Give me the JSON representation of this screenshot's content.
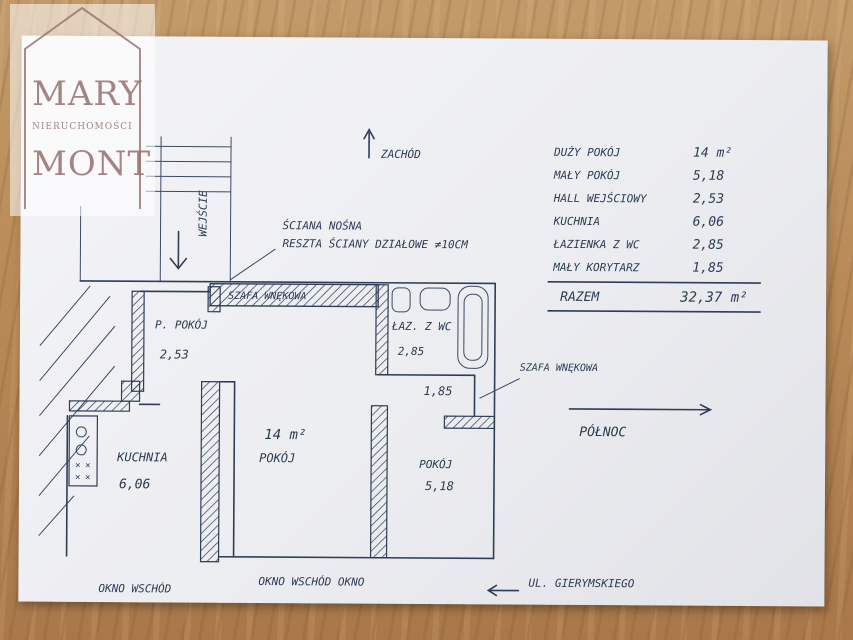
{
  "watermark": {
    "line1": "MARY",
    "line2": "NIERUCHOMOŚCI",
    "line3": "MONT"
  },
  "plan": {
    "compass": {
      "west": "ZACHÓD",
      "north": "PÓŁNOC",
      "entrance": "WEJŚCIE"
    },
    "notes": {
      "load_bearing_wall": "ŚCIANA NOŚNA",
      "partition_walls": "RESZTA ŚCIANY DZIAŁOWE ≠10CM",
      "built_in_wardrobe_top": "SZAFA WNĘKOWA",
      "built_in_wardrobe_right": "SZAFA WNĘKOWA"
    },
    "rooms": {
      "entrance_room": "P. POKÓJ",
      "entrance_value": "2,53",
      "kitchen": "KUCHNIA",
      "kitchen_value": "6,06",
      "living_value": "14 m²",
      "living": "POKÓJ",
      "bathroom": "ŁAZ. Z WC",
      "bathroom_value": "2,85",
      "corridor_value": "1,85",
      "small_room": "POKÓJ",
      "small_room_value": "5,18"
    },
    "bottom_labels": {
      "left": "OKNO WSCHÓD",
      "middle": "OKNO WSCHÓD OKNO",
      "right": "UL. GIERYMSKIEGO"
    }
  },
  "area_table": {
    "rows": [
      {
        "label": "DUŻY POKÓJ",
        "value": "14 m²"
      },
      {
        "label": "MAŁY POKÓJ",
        "value": "5,18"
      },
      {
        "label": "HALL WEJŚCIOWY",
        "value": "2,53"
      },
      {
        "label": "KUCHNIA",
        "value": "6,06"
      },
      {
        "label": "ŁAZIENKA Z WC",
        "value": "2,85"
      },
      {
        "label": "MAŁY KORYTARZ",
        "value": "1,85"
      }
    ],
    "total_label": "RAZEM",
    "total_value": "32,37 m²"
  }
}
